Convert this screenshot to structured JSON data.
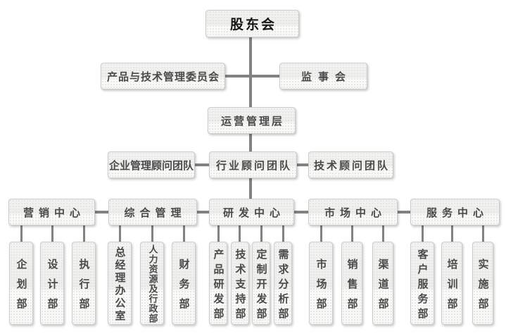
{
  "org_chart": {
    "root": {
      "label": "股东会"
    },
    "committees": [
      {
        "label": "产品与技术管理委员会"
      },
      {
        "label": "监事会"
      }
    ],
    "management": {
      "label": "运营管理层"
    },
    "advisory_teams": [
      {
        "label": "企业管理顾问团队"
      },
      {
        "label": "行业顾问团队"
      },
      {
        "label": "技术顾问团队"
      }
    ],
    "centers": [
      {
        "label": "营销中心",
        "departments": [
          "企划部",
          "设计部",
          "执行部"
        ]
      },
      {
        "label": "综合管理",
        "departments": [
          "总经理办公室",
          "人力资源及行政部",
          "财务部"
        ]
      },
      {
        "label": "研发中心",
        "departments": [
          "产品研发部",
          "技术支持部",
          "定制开发部",
          "需求分析部"
        ]
      },
      {
        "label": "市场中心",
        "departments": [
          "市场部",
          "销售部",
          "渠道部"
        ]
      },
      {
        "label": "服务中心",
        "departments": [
          "客户服务部",
          "培训部",
          "实施部"
        ]
      }
    ],
    "colors": {
      "connector_line": "#828282",
      "box_border": "#cbcbc9",
      "box_text": "#4a4a4a",
      "root_text": "#161616",
      "page_background": "#ffffff"
    }
  }
}
